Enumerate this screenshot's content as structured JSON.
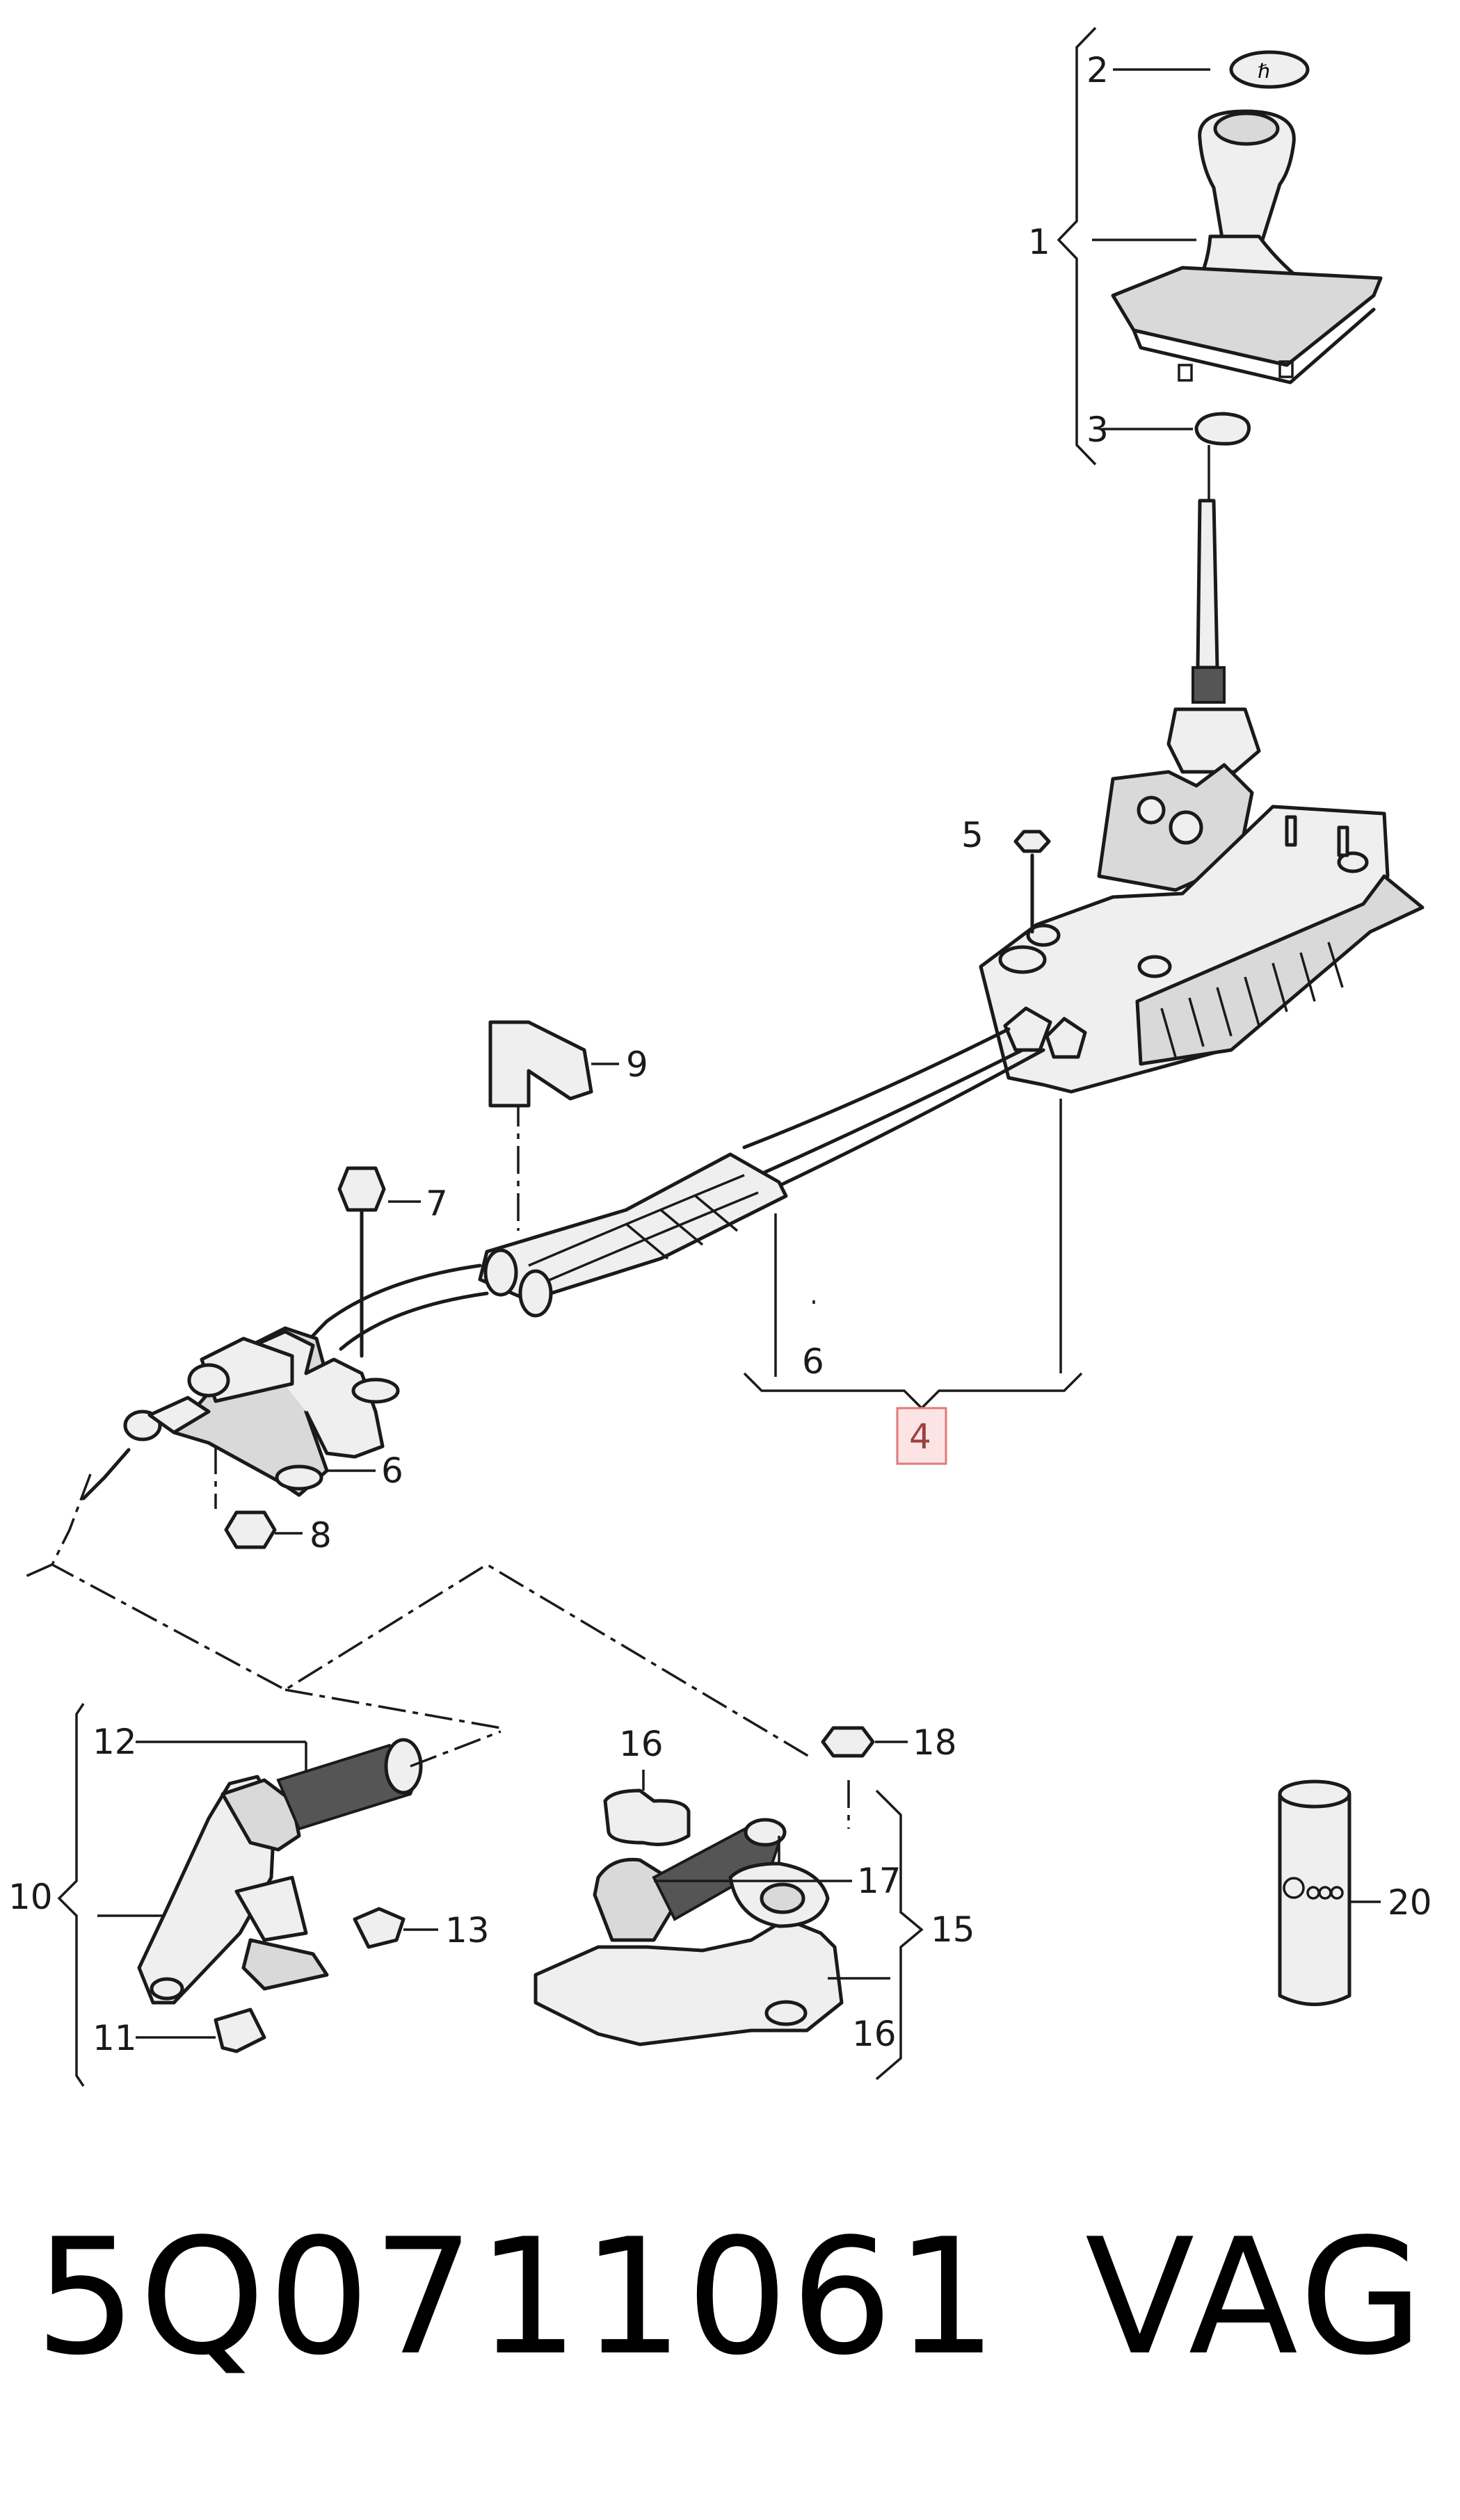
{
  "diagram": {
    "callouts": {
      "c1": "1",
      "c2": "2",
      "c3": "3",
      "c4": "4",
      "c5": "5",
      "c6a": "6",
      "c6b": "6",
      "c7": "7",
      "c8": "8",
      "c9": "9",
      "c10": "10",
      "c11": "11",
      "c12": "12",
      "c13": "13",
      "c15": "15",
      "c16a": "16",
      "c16b": "16",
      "c17": "17",
      "c18": "18",
      "c20": "20"
    },
    "highlighted_callout": "4",
    "highlight_color": "#fde4e4"
  },
  "footer": {
    "part_number": "5Q0711061",
    "brand": "VAG"
  }
}
